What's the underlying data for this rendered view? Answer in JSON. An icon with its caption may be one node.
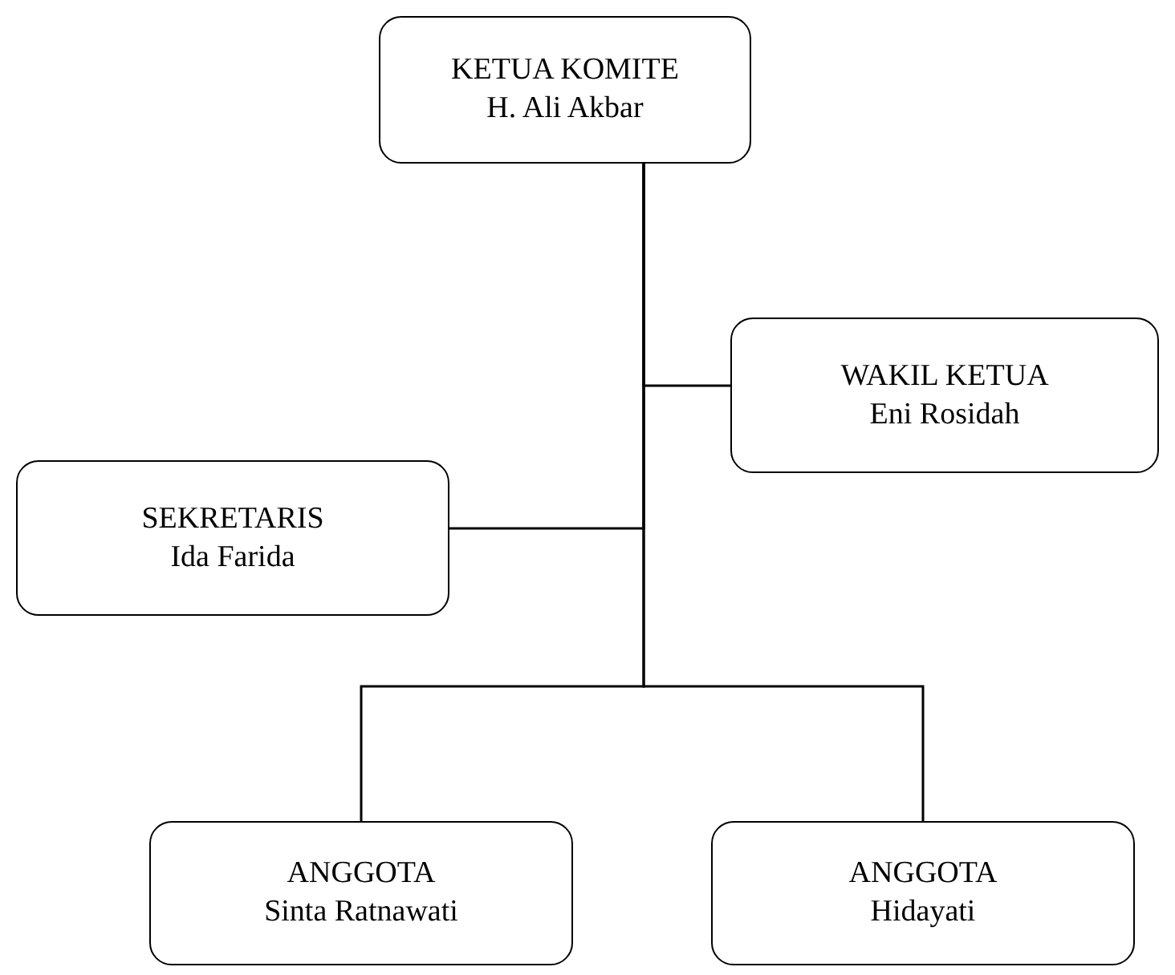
{
  "diagram": {
    "nodes": [
      {
        "text": [
          "KETUA KOMITE",
          "H. Ali Akbar"
        ]
      },
      {
        "text": [
          "WAKIL KETUA",
          "Eni Rosidah"
        ]
      },
      {
        "text": [
          "SEKRETARIS",
          "Ida Farida"
        ]
      },
      {
        "text": [
          "ANGGOTA",
          "Sinta Ratnawati"
        ]
      },
      {
        "text": [
          "ANGGOTA",
          "Hidayati"
        ]
      }
    ],
    "edges": [
      {
        "from": 0,
        "to": 1,
        "arrow": "none"
      },
      {
        "from": 0,
        "to": 2,
        "arrow": "none"
      },
      {
        "from": 0,
        "to": 3,
        "arrow": "none"
      },
      {
        "from": 0,
        "to": 4,
        "arrow": "none"
      }
    ]
  }
}
